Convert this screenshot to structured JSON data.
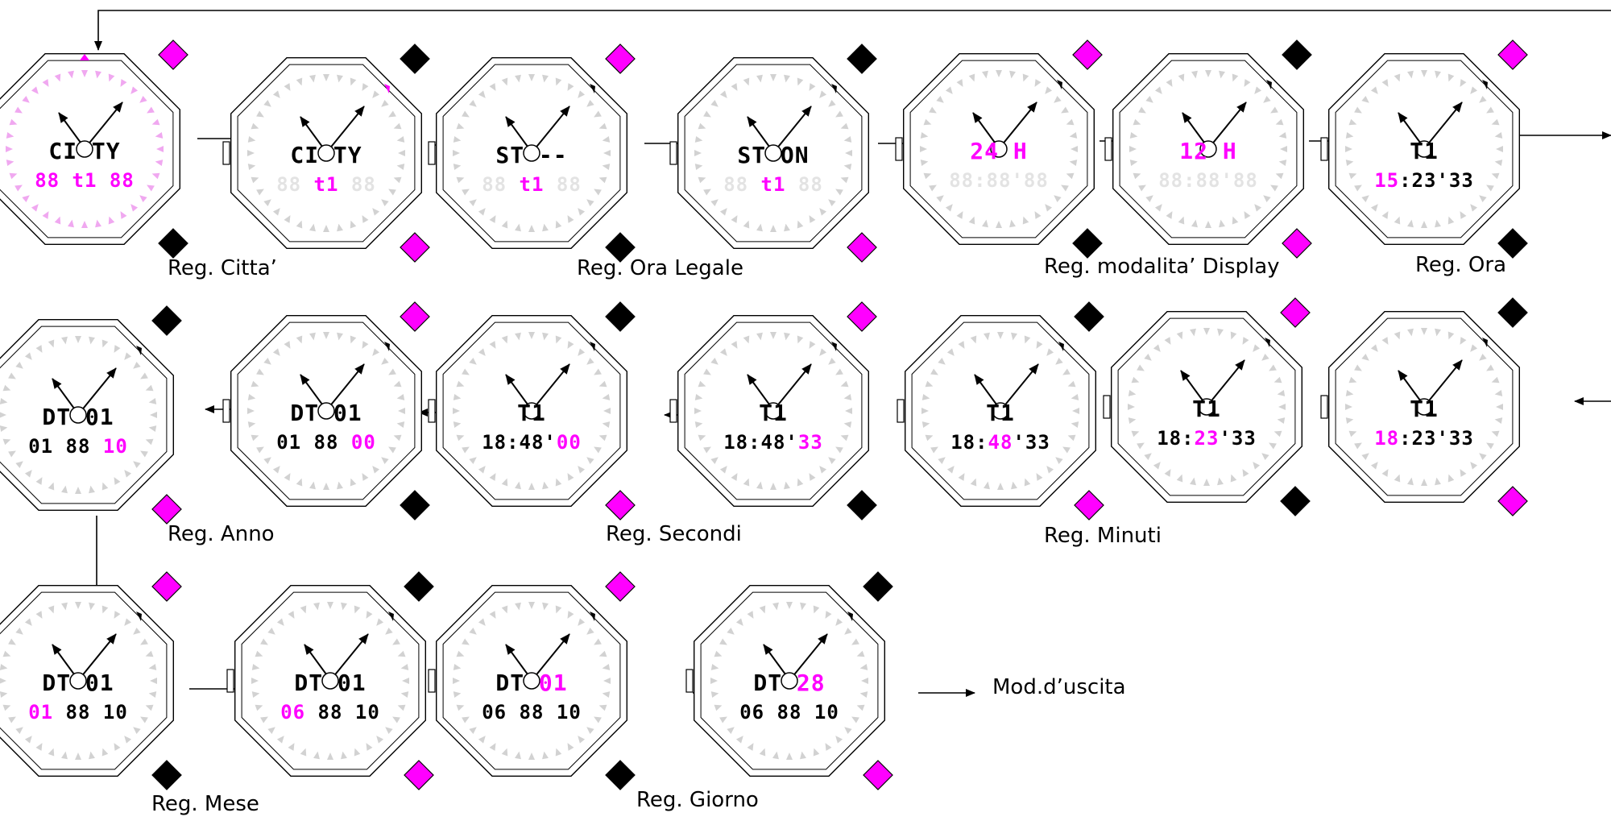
{
  "colors": {
    "magenta": "#ff00ff",
    "black": "#000000",
    "ghost": "#e3e3e3",
    "outline": "#000000",
    "ring": "#d2d2d2"
  },
  "watches": [
    {
      "id": "w1",
      "row": 1,
      "lines": [
        {
          "t": "CI TY",
          "c": "black"
        },
        {
          "t": "88 t1 88",
          "c": "magenta"
        }
      ],
      "marker": "top-magenta",
      "btn_top": "magenta",
      "btn_bottom": "black",
      "ring": "magenta"
    },
    {
      "id": "w2",
      "row": 1,
      "lines": [
        {
          "t": "CI TY",
          "c": "black"
        },
        {
          "t": "88 t1 88",
          "c": "mix",
          "hl": "t1"
        }
      ],
      "marker": "right-magenta",
      "btn_top": "black",
      "btn_bottom": "magenta"
    },
    {
      "id": "w3",
      "row": 1,
      "lines": [
        {
          "t": "ST --",
          "c": "black"
        },
        {
          "t": "88 t1 88",
          "c": "mix",
          "hl": "t1"
        }
      ],
      "btn_top": "magenta",
      "btn_bottom": "black"
    },
    {
      "id": "w4",
      "row": 1,
      "lines": [
        {
          "t": "ST ON",
          "c": "black"
        },
        {
          "t": "88 t1 88",
          "c": "mix",
          "hl": "t1"
        }
      ],
      "btn_top": "black",
      "btn_bottom": "magenta"
    },
    {
      "id": "w5",
      "row": 1,
      "lines": [
        {
          "t": "24 H",
          "c": "magenta"
        },
        {
          "t": "88:88'88",
          "c": "ghost"
        }
      ],
      "btn_top": "magenta",
      "btn_bottom": "black"
    },
    {
      "id": "w6",
      "row": 1,
      "lines": [
        {
          "t": "12 H",
          "c": "magenta"
        },
        {
          "t": "88:88'88",
          "c": "ghost"
        }
      ],
      "btn_top": "black",
      "btn_bottom": "magenta"
    },
    {
      "id": "w7",
      "row": 1,
      "lines": [
        {
          "t": "T1",
          "c": "black"
        },
        {
          "t": "15:23'33",
          "c": "mix",
          "hl": "15"
        }
      ],
      "btn_top": "magenta",
      "btn_bottom": "black"
    },
    {
      "id": "w8",
      "row": 2,
      "lines": [
        {
          "t": "DT 01",
          "c": "black"
        },
        {
          "t": "01 88 10",
          "c": "mix",
          "hl": "10"
        }
      ],
      "btn_top": "black",
      "btn_bottom": "magenta"
    },
    {
      "id": "w9",
      "row": 2,
      "lines": [
        {
          "t": "DT 01",
          "c": "black"
        },
        {
          "t": "01 88 00",
          "c": "mix",
          "hl": "00"
        }
      ],
      "btn_top": "magenta",
      "btn_bottom": "black"
    },
    {
      "id": "w10",
      "row": 2,
      "lines": [
        {
          "t": "T1",
          "c": "black"
        },
        {
          "t": "18:48'00",
          "c": "mix",
          "hl": "00"
        }
      ],
      "btn_top": "black",
      "btn_bottom": "magenta"
    },
    {
      "id": "w11",
      "row": 2,
      "lines": [
        {
          "t": "T1",
          "c": "black"
        },
        {
          "t": "18:48'33",
          "c": "mix",
          "hl": "33"
        }
      ],
      "btn_top": "magenta",
      "btn_bottom": "black"
    },
    {
      "id": "w12",
      "row": 2,
      "lines": [
        {
          "t": "T1",
          "c": "black"
        },
        {
          "t": "18:48'33",
          "c": "mix",
          "hl": "48"
        }
      ],
      "btn_top": "black",
      "btn_bottom": "magenta"
    },
    {
      "id": "w13",
      "row": 2,
      "lines": [
        {
          "t": "T1",
          "c": "black"
        },
        {
          "t": "18:23'33",
          "c": "mix",
          "hl": "23"
        }
      ],
      "btn_top": "magenta",
      "btn_bottom": "black"
    },
    {
      "id": "w14",
      "row": 2,
      "lines": [
        {
          "t": "T1",
          "c": "black"
        },
        {
          "t": "18:23'33",
          "c": "mix",
          "hl": "18"
        }
      ],
      "btn_top": "black",
      "btn_bottom": "magenta"
    },
    {
      "id": "w15",
      "row": 3,
      "lines": [
        {
          "t": "DT 01",
          "c": "black"
        },
        {
          "t": "01 88 10",
          "c": "mix",
          "hl": "01"
        }
      ],
      "btn_top": "magenta",
      "btn_bottom": "black"
    },
    {
      "id": "w16",
      "row": 3,
      "lines": [
        {
          "t": "DT 01",
          "c": "black"
        },
        {
          "t": "06 88 10",
          "c": "mix",
          "hl": "06"
        }
      ],
      "btn_top": "black",
      "btn_bottom": "magenta"
    },
    {
      "id": "w17",
      "row": 3,
      "lines": [
        {
          "t": "DT 01",
          "c": "mix",
          "hl": "01"
        },
        {
          "t": "06 88 10",
          "c": "black"
        }
      ],
      "btn_top": "magenta",
      "btn_bottom": "black"
    },
    {
      "id": "w18",
      "row": 3,
      "lines": [
        {
          "t": "DT 28",
          "c": "mix",
          "hl": "28"
        },
        {
          "t": "06 88 10",
          "c": "black"
        }
      ],
      "btn_top": "black",
      "btn_bottom": "magenta"
    }
  ],
  "labels": {
    "citta": "Reg. Citta’",
    "ora_legale": "Reg. Ora Legale",
    "display": "Reg. modalita’ Display",
    "ora": "Reg. Ora",
    "anno": "Reg. Anno",
    "secondi": "Reg. Secondi",
    "minuti": "Reg. Minuti",
    "mese": "Reg. Mese",
    "giorno": "Reg. Giorno",
    "uscita": "Mod.d’uscita"
  }
}
